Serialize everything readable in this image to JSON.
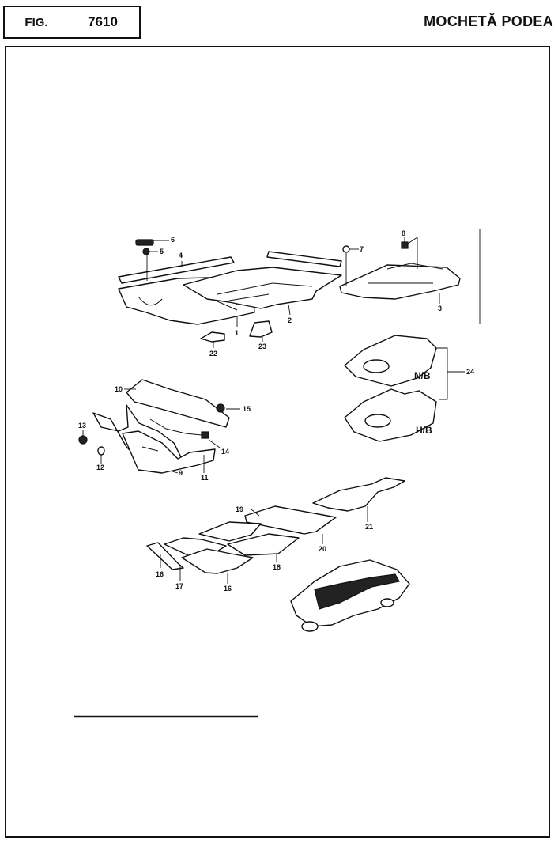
{
  "header": {
    "fig_label": "FIG.",
    "fig_number": "7610",
    "title": "MOCHETĂ PODEA"
  },
  "callouts": {
    "c1": "1",
    "c2": "2",
    "c3": "3",
    "c4": "4",
    "c5": "5",
    "c6": "6",
    "c7": "7",
    "c8": "8",
    "c9": "9",
    "c10": "10",
    "c11": "11",
    "c12": "12",
    "c13": "13",
    "c14": "14",
    "c15": "15",
    "c16a": "16",
    "c16b": "16",
    "c17": "17",
    "c18": "18",
    "c19": "19",
    "c20": "20",
    "c21": "21",
    "c22": "22",
    "c23": "23",
    "c24": "24"
  },
  "variants": {
    "nb": "N/B",
    "hb": "H/B"
  }
}
